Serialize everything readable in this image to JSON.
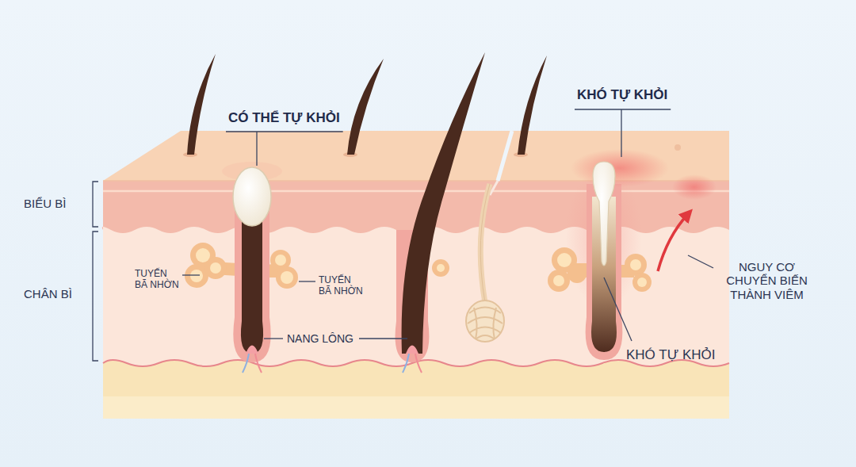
{
  "diagram": {
    "labels": [
      "CÓ THỂ TỰ KHỎI",
      "KHÓ TỰ KHỎI",
      "BIỂU BÌ",
      "CHÂN BÌ",
      "TUYẾN BÃ NHỜN",
      "TUYẾN BÃ NHỜN",
      "NANG LÔNG",
      "NGUY CƠ CHUYỂN BIẾN THÀNH VIÊM",
      "KHÓ TỰ KHỎI"
    ]
  }
}
